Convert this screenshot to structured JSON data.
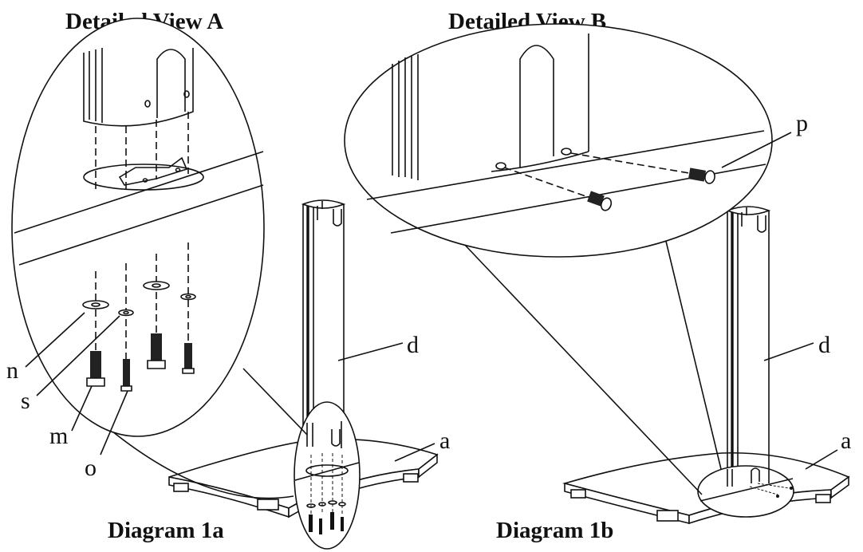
{
  "titles": {
    "view_a": "Detailed View A",
    "view_b": "Detailed View B",
    "diagram_1a": "Diagram 1a",
    "diagram_1b": "Diagram 1b"
  },
  "part_labels": {
    "n": "n",
    "s": "s",
    "m": "m",
    "o": "o",
    "d_left": "d",
    "a_left": "a",
    "p": "p",
    "d_right": "d",
    "a_right": "a"
  },
  "colors": {
    "ink": "#111111",
    "background": "#ffffff"
  }
}
